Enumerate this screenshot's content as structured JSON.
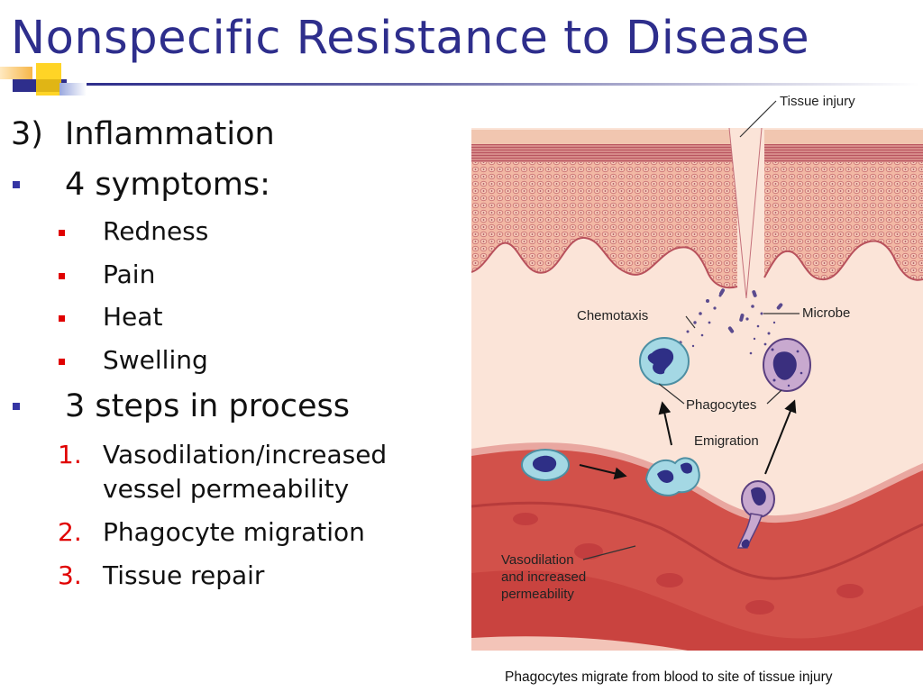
{
  "slide": {
    "title": "Nonspecific Resistance to Disease",
    "topic": {
      "number": "3)",
      "label": "Inflammation"
    },
    "symptoms": {
      "heading": "4 symptoms:",
      "items": [
        "Redness",
        "Pain",
        "Heat",
        "Swelling"
      ]
    },
    "steps": {
      "heading": "3 steps in process",
      "items": [
        {
          "number": "1.",
          "line1": "Vasodilation/increased",
          "line2": "vessel permeability"
        },
        {
          "number": "2.",
          "line1": "Phagocyte migration"
        },
        {
          "number": "3.",
          "line1": "Tissue repair"
        }
      ]
    }
  },
  "figure": {
    "labels": {
      "tissue_injury": "Tissue injury",
      "chemotaxis": "Chemotaxis",
      "microbe": "Microbe",
      "phagocytes": "Phagocytes",
      "emigration": "Emigration",
      "vasodilation_1": "Vasodilation",
      "vasodilation_2": "and increased",
      "vasodilation_3": "permeability"
    },
    "caption": "Phagocytes migrate from blood to site of tissue injury"
  },
  "colors": {
    "title": "#2e2e8c",
    "square_bullet": "#3535a4",
    "sub_bullet": "#e00000",
    "step_number": "#e00000",
    "skin_surface": "#f2c9b5",
    "epidermis": "#d98a8e",
    "dermis": "#fbe3d7",
    "vessel": "#cc3f3b",
    "phagocyte": "#9fd4e2",
    "phagocyte_nucleus": "#2e2f86"
  }
}
